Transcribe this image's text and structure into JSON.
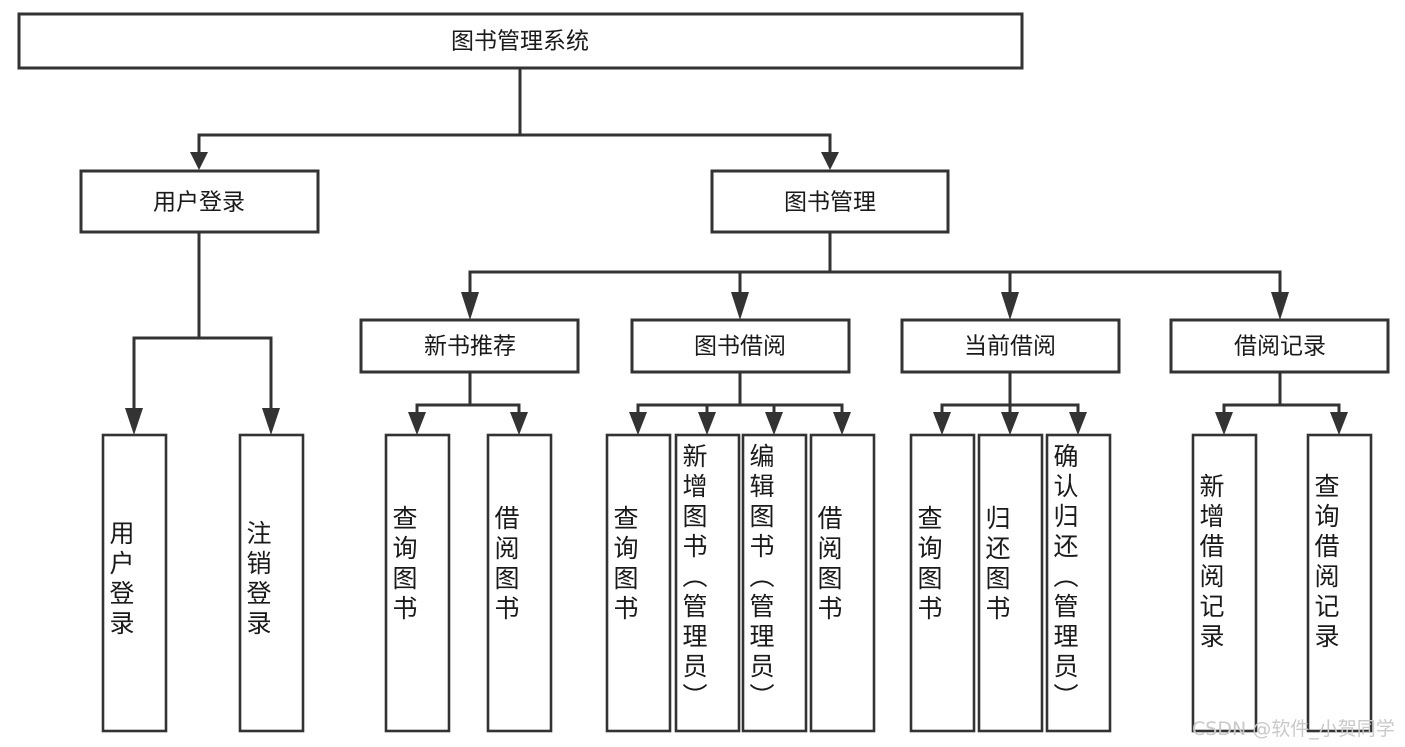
{
  "diagram": {
    "title": "图书管理系统",
    "watermark": "CSDN @软件_小贺同学",
    "colors": {
      "stroke": "#333333",
      "fill": "#ffffff",
      "text": "#1a1a1a",
      "watermark": "#c9c9c9"
    },
    "root": {
      "label": "图书管理系统"
    },
    "level1": [
      {
        "label": "用户登录"
      },
      {
        "label": "图书管理"
      }
    ],
    "level2": [
      {
        "label": "新书推荐"
      },
      {
        "label": "图书借阅"
      },
      {
        "label": "当前借阅"
      },
      {
        "label": "借阅记录"
      }
    ],
    "leaves": {
      "user_login": [
        {
          "label": "用户登录"
        },
        {
          "label": "注销登录"
        }
      ],
      "new_book_recommend": [
        {
          "label": "查询图书"
        },
        {
          "label": "借阅图书"
        }
      ],
      "book_borrow": [
        {
          "label": "查询图书"
        },
        {
          "label": "新增图书（管理员）"
        },
        {
          "label": "编辑图书（管理员）"
        },
        {
          "label": "借阅图书"
        }
      ],
      "current_borrow": [
        {
          "label": "查询图书"
        },
        {
          "label": "归还图书"
        },
        {
          "label": "确认归还（管理员）"
        }
      ],
      "borrow_record": [
        {
          "label": "新增借阅记录"
        },
        {
          "label": "查询借阅记录"
        }
      ]
    }
  }
}
